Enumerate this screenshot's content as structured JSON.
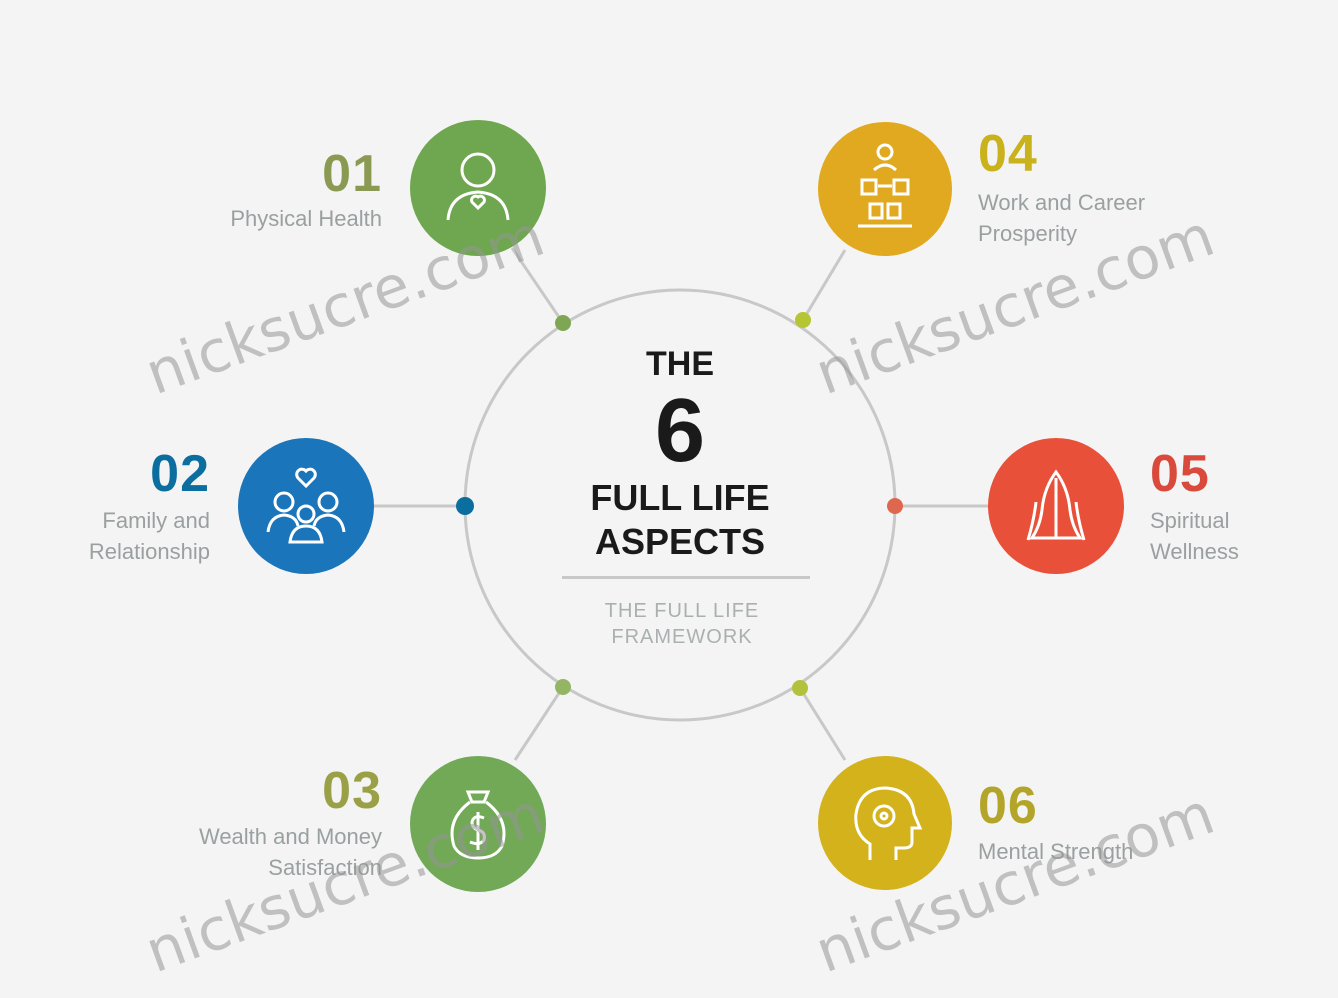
{
  "center": {
    "line1": "THE",
    "big_number": "6",
    "line2": "FULL LIFE",
    "line3": "ASPECTS",
    "subtitle1": "THE FULL LIFE",
    "subtitle2": "FRAMEWORK"
  },
  "aspects": [
    {
      "number": "01",
      "label1": "Physical Health",
      "label2": "",
      "color": "#6ea74f",
      "icon": "person-health-icon"
    },
    {
      "number": "02",
      "label1": "Family and",
      "label2": "Relationship",
      "color": "#1b75bb",
      "icon": "family-heart-icon"
    },
    {
      "number": "03",
      "label1": "Wealth and Money",
      "label2": "Satisfaction",
      "color": "#72a957",
      "icon": "money-bag-icon"
    },
    {
      "number": "04",
      "label1": "Work and Career",
      "label2": "Prosperity",
      "color": "#e1a91f",
      "icon": "career-growth-icon"
    },
    {
      "number": "05",
      "label1": "Spiritual",
      "label2": "Wellness",
      "color": "#e8503a",
      "icon": "praying-hands-icon"
    },
    {
      "number": "06",
      "label1": "Mental Strength",
      "label2": "",
      "color": "#d4b21c",
      "icon": "mind-head-icon"
    }
  ],
  "colors": {
    "num01": "#8a9a52",
    "num02": "#0b6e9e",
    "num03": "#9aa046",
    "num04": "#c9b21b",
    "num05": "#d94a3d",
    "num06": "#b3a42a"
  },
  "watermark": "nicksucre.com"
}
